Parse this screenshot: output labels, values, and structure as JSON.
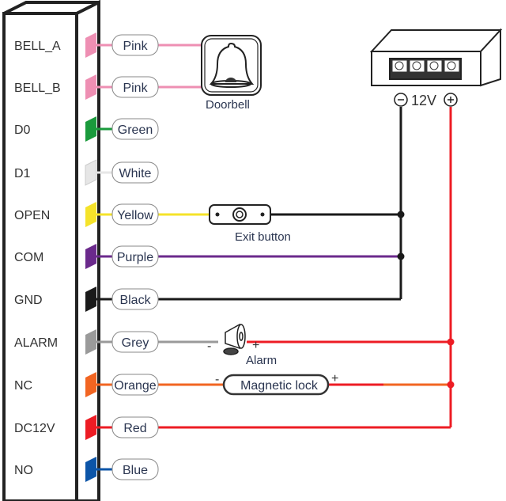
{
  "terminals": [
    {
      "name": "BELL_A",
      "wire": "Pink",
      "color": "#ee8fb3"
    },
    {
      "name": "BELL_B",
      "wire": "Pink",
      "color": "#ee8fb3"
    },
    {
      "name": "D0",
      "wire": "Green",
      "color": "#1a9a3c"
    },
    {
      "name": "D1",
      "wire": "White",
      "color": "#e6e6e6"
    },
    {
      "name": "OPEN",
      "wire": "Yellow",
      "color": "#f5e32a"
    },
    {
      "name": "COM",
      "wire": "Purple",
      "color": "#6b2a8c"
    },
    {
      "name": "GND",
      "wire": "Black",
      "color": "#1a1a1a"
    },
    {
      "name": "ALARM",
      "wire": "Grey",
      "color": "#9a9a9a"
    },
    {
      "name": "NC",
      "wire": "Orange",
      "color": "#f26522"
    },
    {
      "name": "DC12V",
      "wire": "Red",
      "color": "#ed1c24"
    },
    {
      "name": "NO",
      "wire": "Blue",
      "color": "#0c55a8"
    }
  ],
  "devices": {
    "doorbell": "Doorbell",
    "exit_button": "Exit button",
    "alarm": "Alarm",
    "magnetic_lock": "Magnetic lock",
    "power_supply": "12V",
    "minus": "-",
    "plus": "+"
  },
  "colors": {
    "positive": "#ed1c24",
    "negative": "#1a1a1a",
    "outline": "#222222"
  }
}
